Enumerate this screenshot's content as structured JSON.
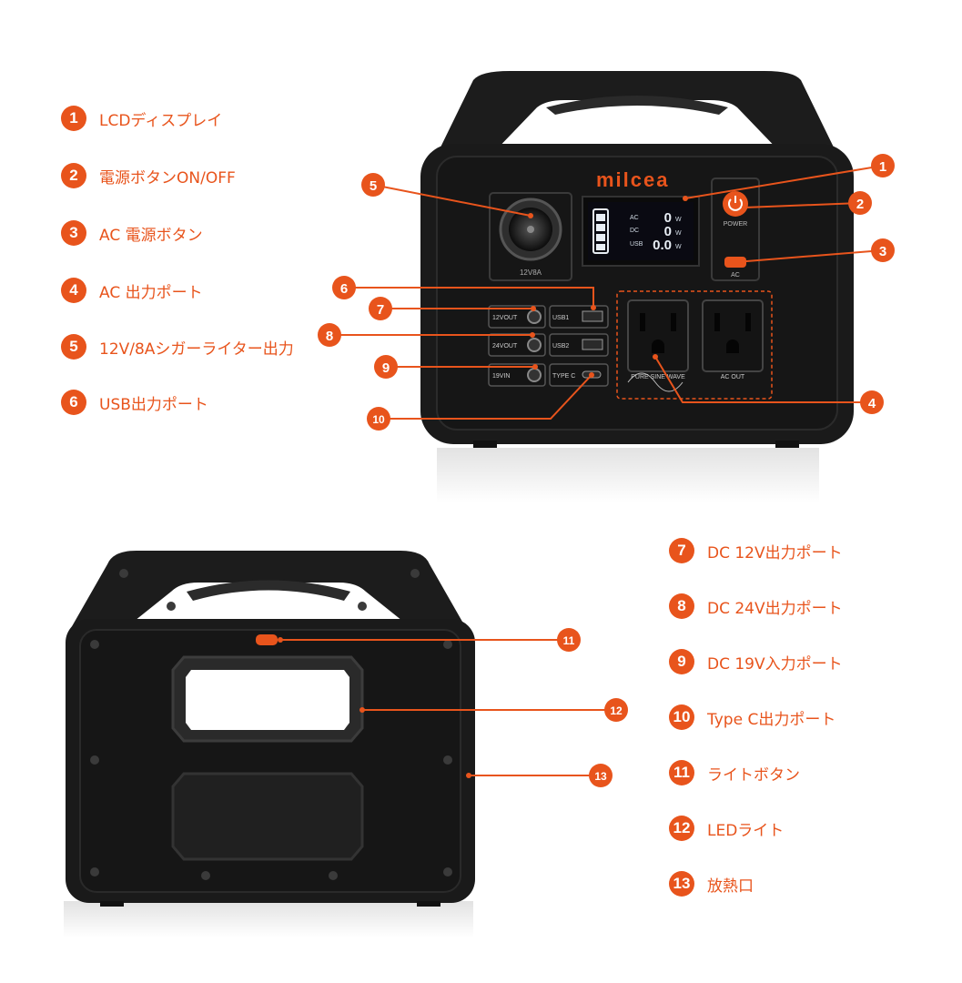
{
  "brand": "milcea",
  "colors": {
    "accent": "#e8541c",
    "body": "#1b1b1b",
    "panel": "#111111",
    "lcd": "#e8eef5"
  },
  "front_legend": [
    {
      "num": "1",
      "text": "LCDディスプレイ"
    },
    {
      "num": "2",
      "text": "電源ボタンON/OFF"
    },
    {
      "num": "3",
      "text": "AC 電源ボタン"
    },
    {
      "num": "4",
      "text": "AC 出力ポート"
    },
    {
      "num": "5",
      "text": "12V/8Aシガーライター出力"
    },
    {
      "num": "6",
      "text": "USB出力ポート"
    }
  ],
  "back_legend": [
    {
      "num": "7",
      "text": "DC 12V出力ポート"
    },
    {
      "num": "8",
      "text": "DC 24V出力ポート"
    },
    {
      "num": "9",
      "text": "DC 19V入力ポート"
    },
    {
      "num": "10",
      "text": "Type C出力ポート"
    },
    {
      "num": "11",
      "text": "ライトボタン"
    },
    {
      "num": "12",
      "text": "LEDライト"
    },
    {
      "num": "13",
      "text": "放熱口"
    }
  ],
  "device_labels": {
    "cig": "12V8A",
    "lcd_ac": "AC",
    "lcd_dc": "DC",
    "lcd_usb": "USB",
    "lcd_val1": "0",
    "lcd_val2": "0",
    "lcd_val3": "0.0",
    "lcd_unit": "W",
    "power": "POWER",
    "ac": "AC",
    "port_12v": "12VOUT",
    "port_24v": "24VOUT",
    "port_19v": "19VIN",
    "usb1": "USB1",
    "usb2": "USB2",
    "typec": "TYPE C",
    "pure_sine": "PURE SINE WAVE",
    "ac_out": "AC OUT"
  },
  "callouts": [
    "1",
    "2",
    "3",
    "4",
    "5",
    "6",
    "7",
    "8",
    "9",
    "10",
    "11",
    "12",
    "13"
  ]
}
